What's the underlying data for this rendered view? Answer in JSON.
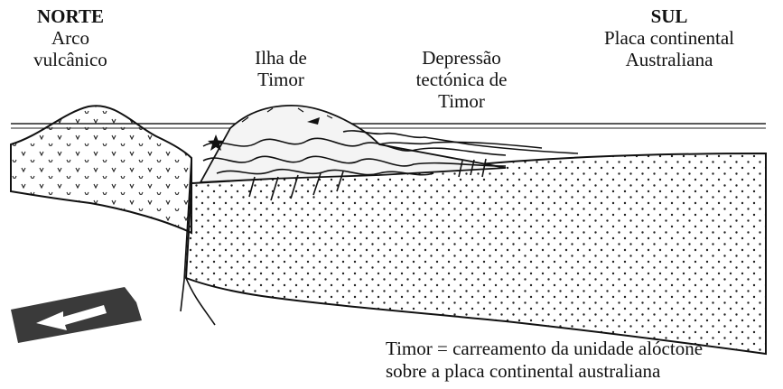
{
  "labels": {
    "north_title": "NORTE",
    "north_line1": "Arco",
    "north_line2": "vulcânico",
    "island_line1": "Ilha de",
    "island_line2": "Timor",
    "depression_line1": "Depressão",
    "depression_line2": "tectónica de",
    "depression_line3": "Timor",
    "south_title": "SUL",
    "south_line1": "Placa continental",
    "south_line2": "Australiana"
  },
  "caption": {
    "line1": "Timor = carreamento da unidade alóctone",
    "line2": "sobre a placa continental australiana"
  },
  "icons": {
    "arrow": "arrow-left-icon",
    "epicenter": "epicenter-star-icon"
  },
  "colors": {
    "ink": "#111111",
    "arrow_fill": "#3a3a3a",
    "background": "#ffffff"
  }
}
